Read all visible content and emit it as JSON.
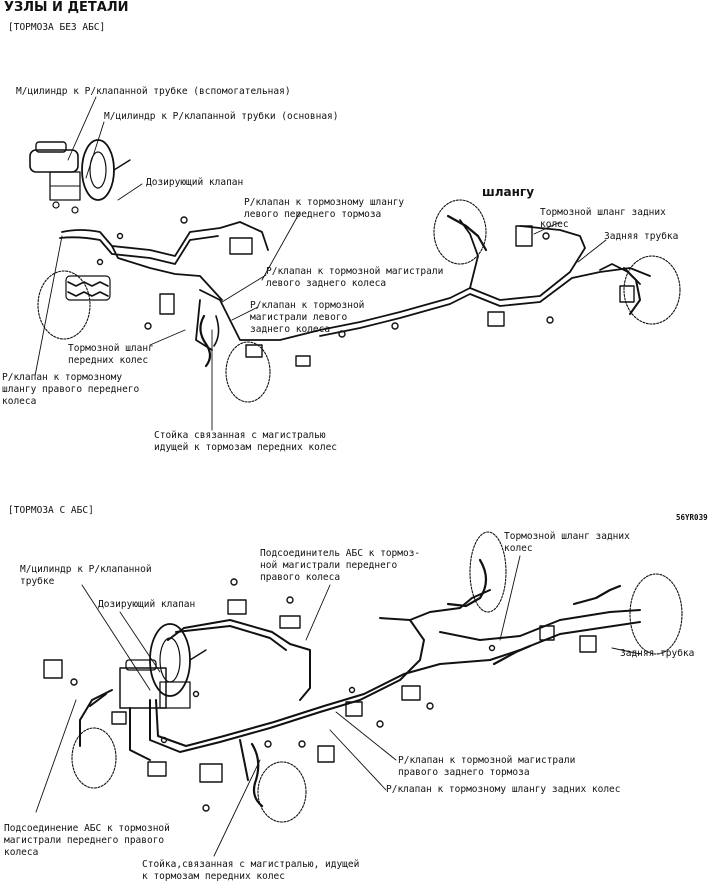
{
  "header": {
    "title": "УЗЛЫ И ДЕТАЛИ",
    "section1": "[ТОРМОЗА БЕЗ АБС]",
    "section2": "[ТОРМОЗА С АБС]",
    "figure_code": "56YR039"
  },
  "top_labels": {
    "mc_aux": "М/цилиндр к Р/клапанной трубке (вспомогательная)",
    "mc_main": "М/цилиндр к Р/клапанной трубки (основная)",
    "dosing_valve": "Дозирующий клапан",
    "pv_front_left": "Р/клапан к тормозному шлангу\nлевого переднего тормоза",
    "hose": "шлангу",
    "rear_hose": "Тормозной шланг задних\nколес",
    "rear_tube": "Задняя трубка",
    "pv_rear_left_line": "Р/клапан к тормозной магистрали\nлевого заднего колеса",
    "pv_rear_left_line2": "Р/клапан к тормозной\nмагистрали левого\nзаднего колеса",
    "front_hose": "Тормозной шланг\nпередних колес",
    "pv_front_right": "Р/клапан к тормозному\nшлангу правого переднего\nколеса",
    "strut": "Стойка связанная с магистралью\nидущей к тормозам передних колес"
  },
  "bottom_labels": {
    "mc_pv_tube": "М/цилиндр к Р/клапанной\nтрубке",
    "dosing_valve": "Дозирующий клапан",
    "abs_connector": "Подсоединитель АБС к тормоз-\nной магистрали переднего\nправого колеса",
    "rear_hose": "Тормозной шланг задних\nколес",
    "rear_tube": "Задняя трубка",
    "pv_rear_right": "Р/клапан к тормозной магистрали\nправого заднего тормоза",
    "pv_rear_hose": "Р/клапан к тормозному шлангу задних колес",
    "abs_connection": "Подсоединение АБС к тормозной\nмагистрали переднего правого\nколеса",
    "strut": "Стойка,связанная с магистралью, идущей\nк тормозам передних колес"
  }
}
